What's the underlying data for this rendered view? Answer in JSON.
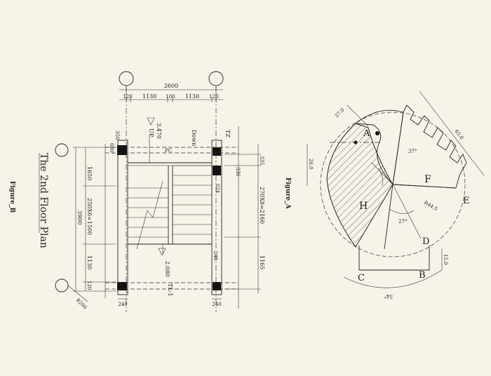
{
  "figure_b": {
    "title": "The 2nd Floor Plan",
    "caption": "Figure_B",
    "dims": {
      "total_width": "2600",
      "seg_120_left": "120",
      "seg_1130_left": "1130",
      "seg_100": "100",
      "seg_1130_right": "1130",
      "seg_120_right": "120",
      "d350": "350",
      "d600": "600",
      "d1650": "1650",
      "stairs": "250X6=1500",
      "d3900": "3900",
      "d1130": "1130",
      "d120_bottom": "120",
      "d335": "335",
      "d336": "336",
      "d024": "024",
      "steps_right": "270X8=2160",
      "d1165": "1165",
      "d240_a": "240",
      "d240_b": "240",
      "d240_c": "240",
      "radius": "R200"
    },
    "labels": {
      "up": "UP",
      "down": "Down",
      "level_upper": "3.470",
      "level_lower": "2.080",
      "tz": "TZ",
      "pc": "PC",
      "tl": "TL-1"
    }
  },
  "figure_a": {
    "caption": "Figure_A",
    "points": {
      "A": "A",
      "B": "B",
      "C": "C",
      "D": "D",
      "E": "E",
      "F": "F",
      "H": "H"
    },
    "dims": {
      "d27": "27.0",
      "d65": "65.0",
      "d26": "26.0",
      "r44": "R44.5",
      "a37": "37°",
      "a27": "27°",
      "d15": "15.0",
      "a54": "54°"
    }
  }
}
